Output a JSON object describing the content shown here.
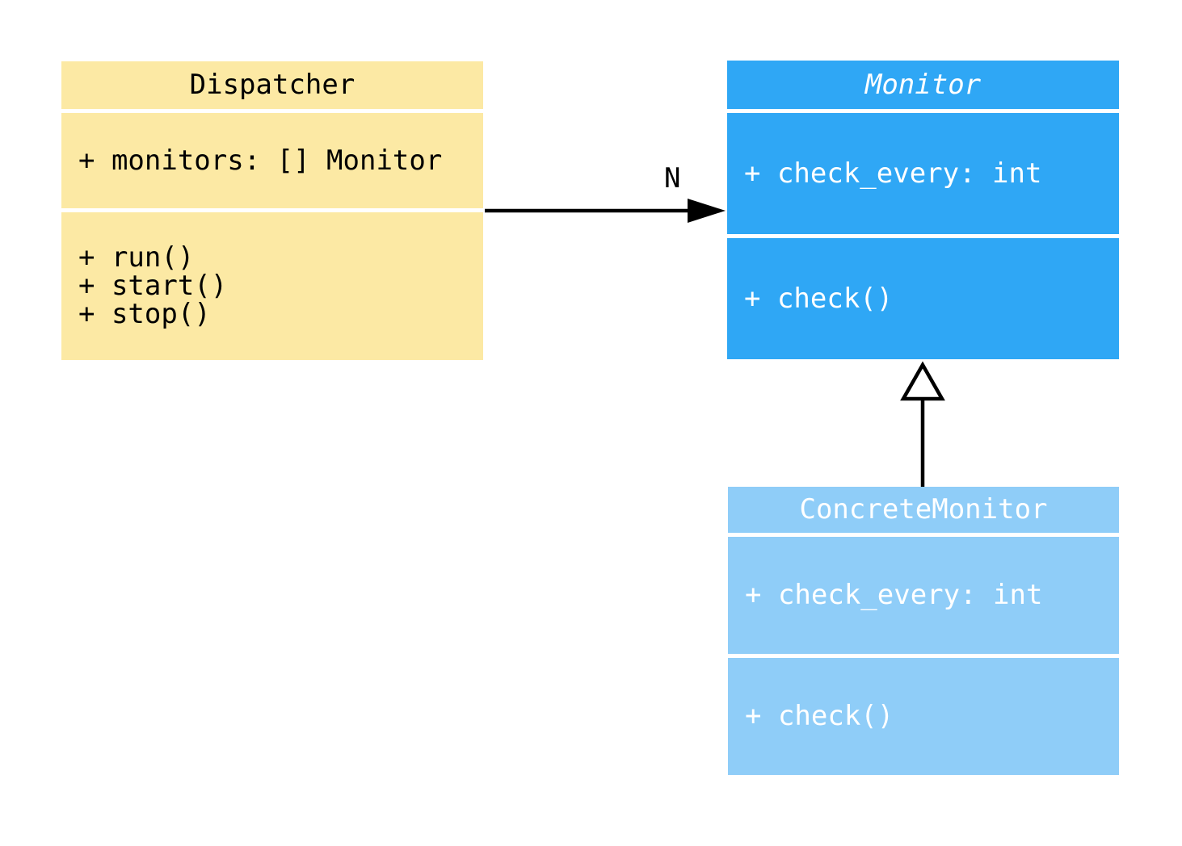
{
  "diagram": {
    "colors": {
      "dispatcher_fill": "#FCE9A4",
      "monitor_fill": "#2FA7F5",
      "concrete_monitor_fill": "#8FCDF8",
      "dispatcher_text": "#000000",
      "monitor_text": "#FFFFFF",
      "concrete_monitor_text": "#FFFFFF",
      "connector": "#000000",
      "background": "#FFFFFF"
    },
    "classes": [
      {
        "name": "Dispatcher",
        "name_style": "normal",
        "attributes": [
          "+ monitors: [] Monitor"
        ],
        "methods": [
          "+ run()",
          "+ start()",
          "+ stop()"
        ],
        "fill": "#FCE9A4",
        "text_color": "#000000"
      },
      {
        "name": "Monitor",
        "name_style": "italic",
        "attributes": [
          "+ check_every: int"
        ],
        "methods": [
          "+ check()"
        ],
        "fill": "#2FA7F5",
        "text_color": "#FFFFFF"
      },
      {
        "name": "ConcreteMonitor",
        "name_style": "normal",
        "attributes": [
          "+ check_every: int"
        ],
        "methods": [
          "+ check()"
        ],
        "fill": "#8FCDF8",
        "text_color": "#FFFFFF"
      }
    ],
    "relationships": [
      {
        "from": "Dispatcher",
        "to": "Monitor",
        "type": "association",
        "label": "N"
      },
      {
        "from": "ConcreteMonitor",
        "to": "Monitor",
        "type": "inheritance",
        "label": ""
      }
    ]
  }
}
